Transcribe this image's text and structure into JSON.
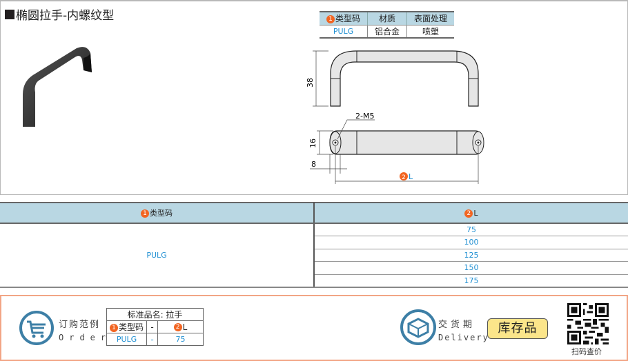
{
  "title": "椭圆拉手-内螺纹型",
  "spec_table": {
    "headers": [
      "类型码",
      "材质",
      "表面处理"
    ],
    "header_badge": "1",
    "row": [
      "PULG",
      "铝合金",
      "喷塑"
    ]
  },
  "drawing": {
    "height_dim": "38",
    "width_dim": "16",
    "offset_dim": "8",
    "thread_label": "2-M5",
    "length_badge": "2",
    "length_label": "L"
  },
  "main_table": {
    "col1_header": "类型码",
    "col1_badge": "1",
    "col2_header": "L",
    "col2_badge": "2",
    "code": "PULG",
    "values": [
      "75",
      "100",
      "125",
      "150",
      "175"
    ]
  },
  "order": {
    "label_cn": "订购范例",
    "label_en": "Order",
    "table_title": "标准品名: 拉手",
    "headers": [
      "类型码",
      "-",
      "L"
    ],
    "header_badges": [
      "1",
      "2"
    ],
    "values": [
      "PULG",
      "-",
      "75"
    ]
  },
  "delivery": {
    "label_cn": "交货期",
    "label_en": "Delivery",
    "badge": "库存品"
  },
  "qr": {
    "label": "扫码查价"
  },
  "colors": {
    "header_bg": "#b9d7e3",
    "value_blue": "#1f8fd2",
    "badge_orange": "#f26522",
    "stock_yellow": "#fbe58a",
    "panel_border": "#f2a585",
    "icon_blue": "#3d7fa6"
  }
}
